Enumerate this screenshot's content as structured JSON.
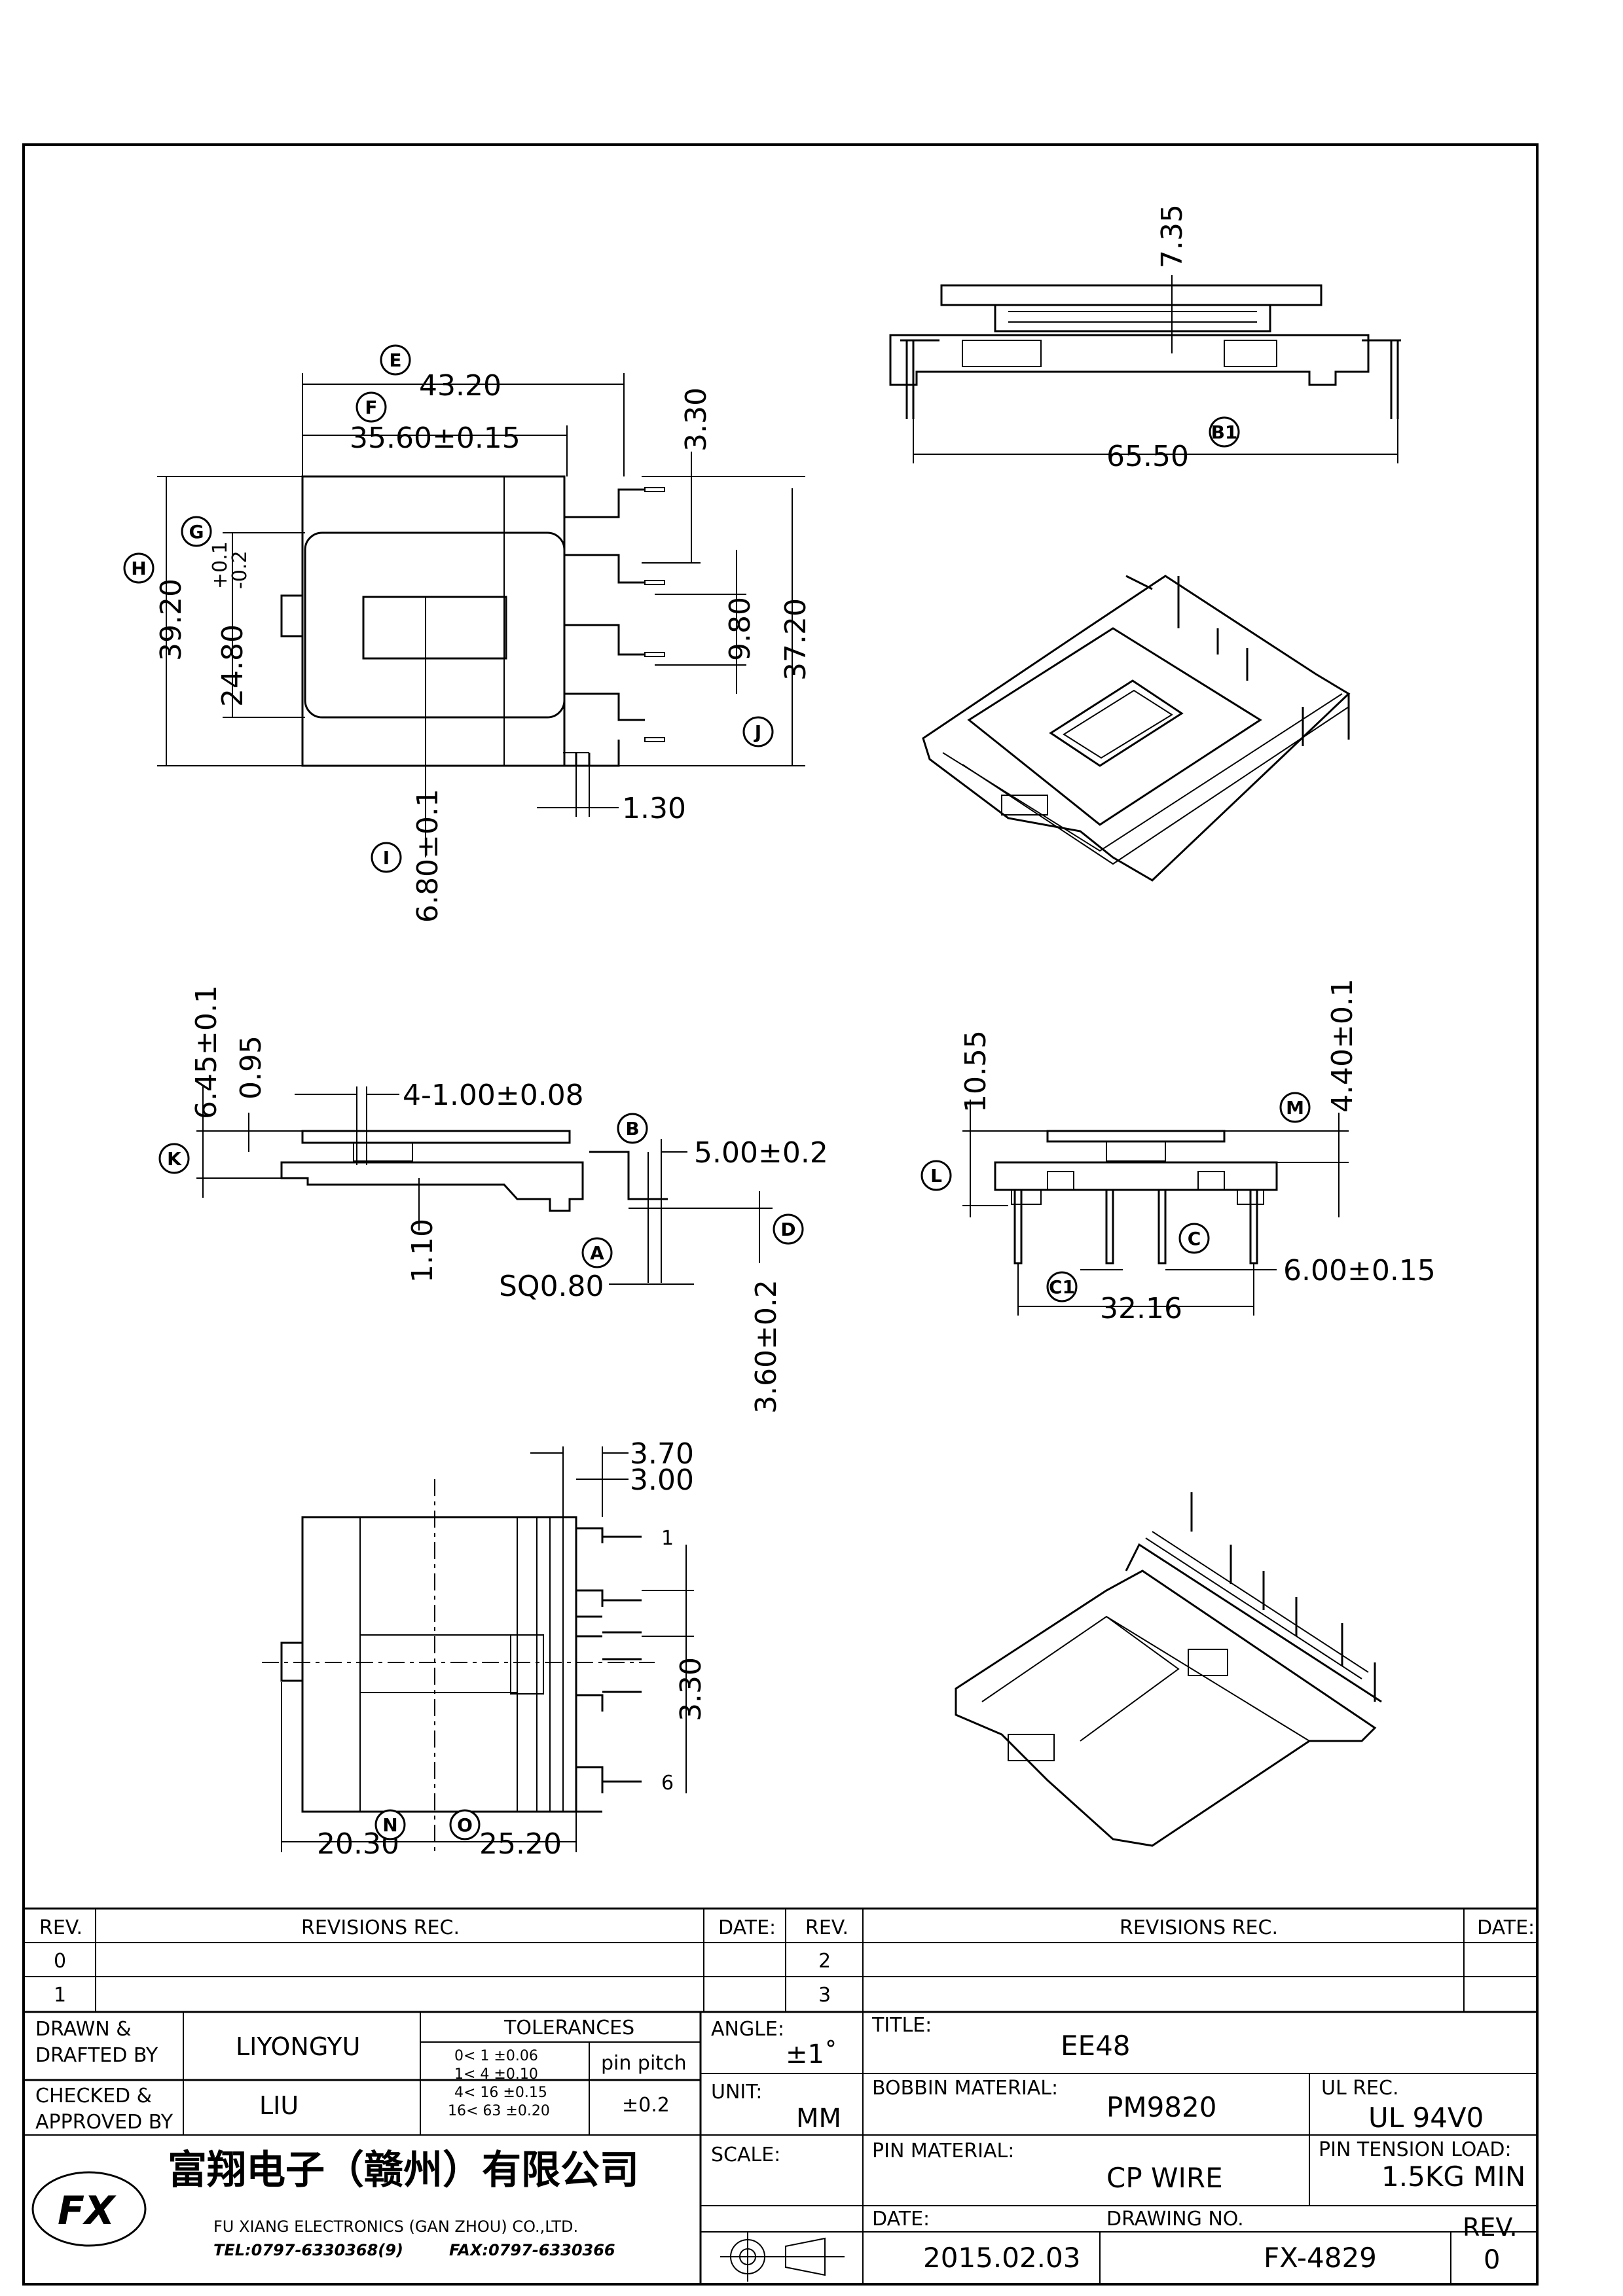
{
  "dimensions": {
    "top_view": {
      "d_43_20": "43.20",
      "d_35_60": "35.60±0.15",
      "d_3_30": "3.30",
      "d_39_20": "39.20",
      "d_24_80": "24.80",
      "d_24_80_tol_plus": "+0.1",
      "d_24_80_tol_minus": "-0.2",
      "d_37_20": "37.20",
      "d_9_80": "9.80",
      "d_1_30": "1.30",
      "d_6_80": "6.80±0.1"
    },
    "front_view": {
      "d_7_35": "7.35",
      "d_65_50": "65.50"
    },
    "side_view": {
      "d_6_45": "6.45±0.1",
      "d_0_95": "0.95",
      "d_4_100": "4-1.00±0.08",
      "d_5_00": "5.00±0.2",
      "d_1_10": "1.10",
      "d_sq": "SQ0.80",
      "d_3_60": "3.60±0.2"
    },
    "end_view": {
      "d_10_55": "10.55",
      "d_4_40": "4.40±0.1",
      "d_6_00": "6.00±0.15",
      "d_32_16": "32.16"
    },
    "bottom_view": {
      "d_3_70": "3.70",
      "d_3_00": "3.00",
      "d_3_30": "3.30",
      "d_20_30": "20.30",
      "d_25_20": "25.20",
      "pin_1": "1",
      "pin_6": "6"
    }
  },
  "callouts": {
    "A": "A",
    "B": "B",
    "B1": "B1",
    "C": "C",
    "C1": "C1",
    "D": "D",
    "E": "E",
    "F": "F",
    "G": "G",
    "H": "H",
    "I": "I",
    "J": "J",
    "K": "K",
    "L": "L",
    "M": "M",
    "N": "N",
    "O": "O"
  },
  "title_block": {
    "rev_header": "REV.",
    "revisions_header": "REVISIONS   REC.",
    "date_header": "DATE:",
    "rev_rows_left": [
      "0",
      "1"
    ],
    "rev_rows_right": [
      "2",
      "3"
    ],
    "drawn_label_1": "DRAWN &",
    "drawn_label_2": "DRAFTED BY",
    "drawn_value": "LIYONGYU",
    "checked_label_1": "CHECKED &",
    "checked_label_2": "APPROVED BY",
    "checked_value": "LIU",
    "tolerances_header": "TOLERANCES",
    "tolerance_rows": [
      "0<  1   ±0.06",
      "1<  4   ±0.10",
      "4<  16  ±0.15",
      "16<  63  ±0.20"
    ],
    "pin_pitch_label": "pin  pitch",
    "pin_pitch_value": "±0.2",
    "angle_label": "ANGLE:",
    "angle_value": "±1˚",
    "unit_label": "UNIT:",
    "unit_value": "MM",
    "scale_label": "SCALE:",
    "title_label": "TITLE:",
    "title_value": "EE48",
    "bobbin_label": "BOBBIN  MATERIAL:",
    "bobbin_value": "PM9820",
    "ul_label": "UL  REC.",
    "ul_value": "UL  94V0",
    "pin_material_label": "PIN  MATERIAL:",
    "pin_material_value": "CP  WIRE",
    "tension_label": "PIN  TENSION  LOAD:",
    "tension_value": "1.5KG  MIN",
    "date_label": "DATE:",
    "date_value": "2015.02.03",
    "drawing_no_label": "DRAWING  NO.",
    "drawing_no_value": "FX-4829",
    "rev_label": "REV.",
    "rev_value": "0",
    "company_cn": "富翔电子（赣州）有限公司",
    "company_en": "FU  XIANG  ELECTRONICS  (GAN  ZHOU)  CO.,LTD.",
    "tel": "TEL:0797-6330368(9)",
    "fax": "FAX:0797-6330366",
    "logo_text": "FX"
  }
}
